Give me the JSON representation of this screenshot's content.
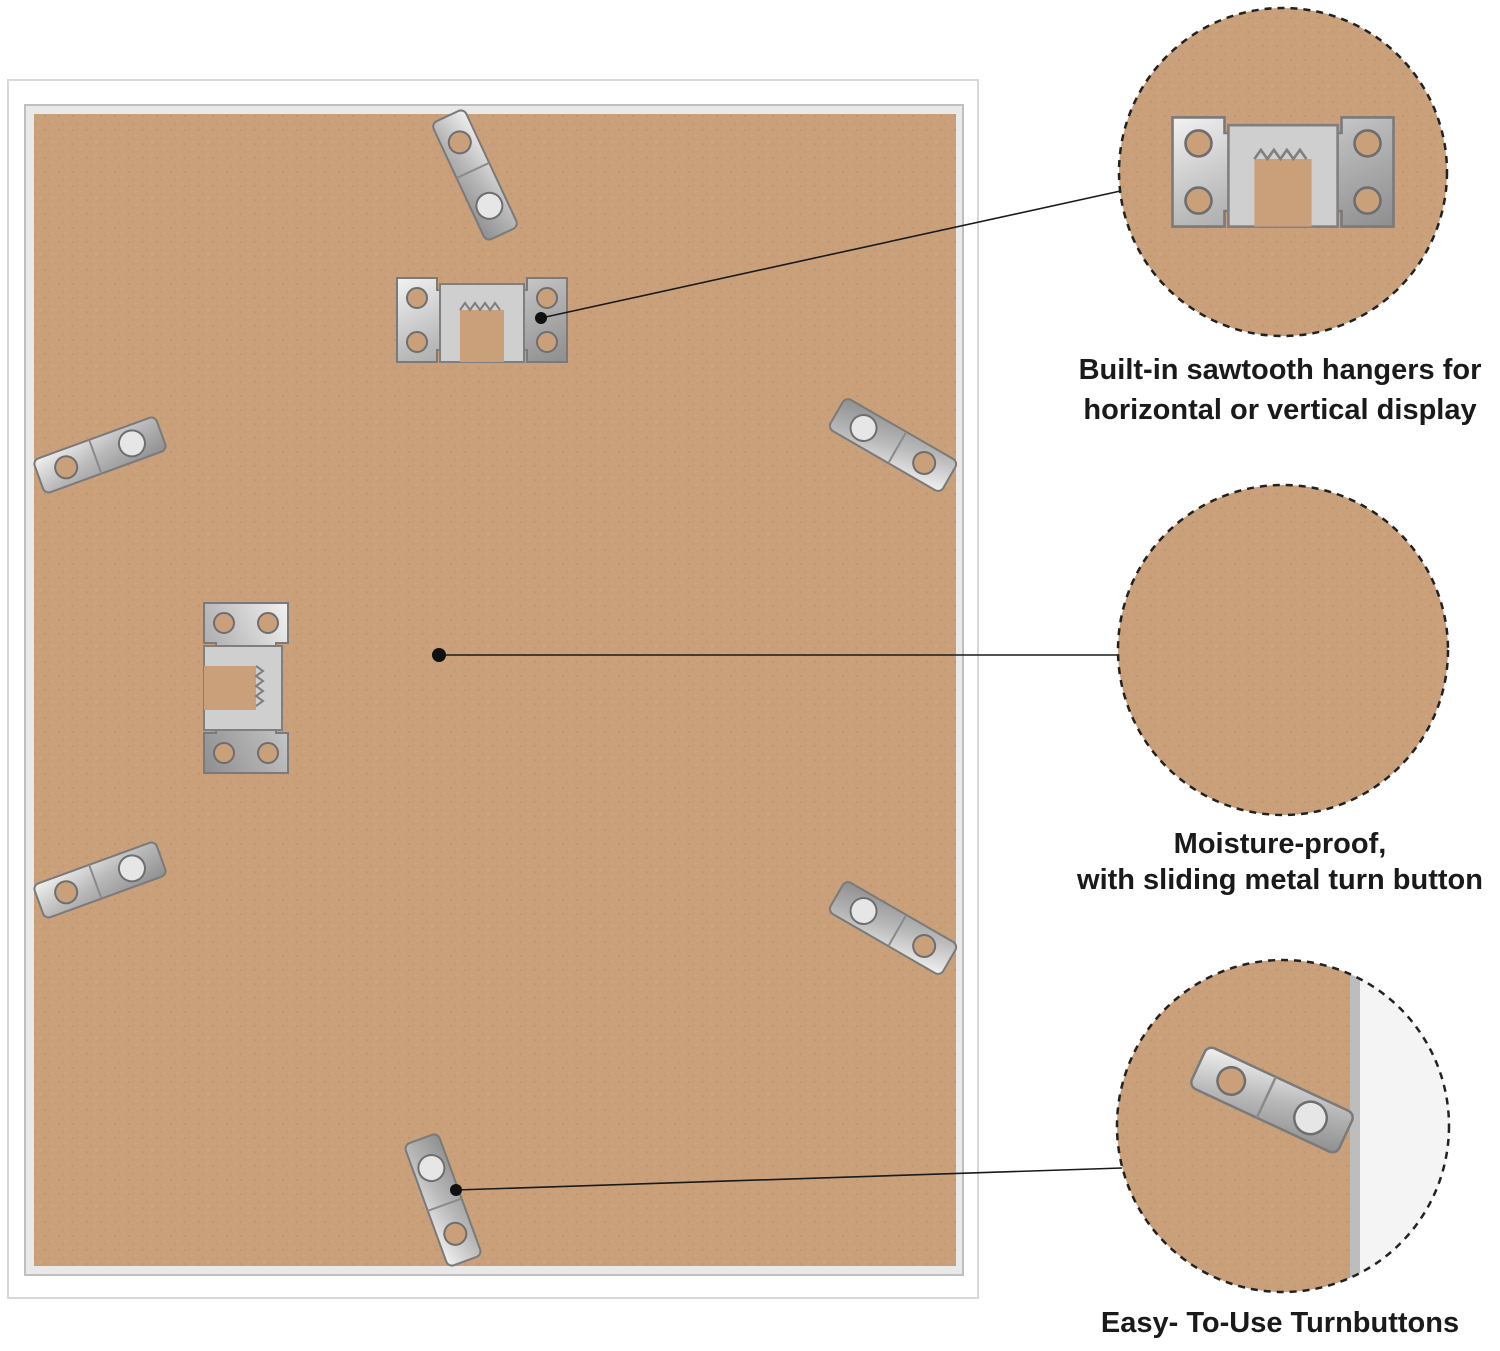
{
  "features": [
    {
      "id": "hangers",
      "lines": [
        "Built-in sawtooth hangers for",
        "horizontal or vertical display"
      ],
      "icon": "sawtooth-hanger-icon"
    },
    {
      "id": "backing",
      "lines": [
        "Moisture-proof,",
        "with sliding metal turn button"
      ],
      "icon": "mdf-backing"
    },
    {
      "id": "turnbuttons",
      "lines": [
        "Easy- To-Use Turnbuttons"
      ],
      "icon": "turnbutton-icon"
    }
  ],
  "colors": {
    "board": "#c9a07a",
    "frame": "#ffffff",
    "metal": "#c8c8c8",
    "callout_line": "#1a1a1a",
    "text": "#1a1a1a"
  }
}
